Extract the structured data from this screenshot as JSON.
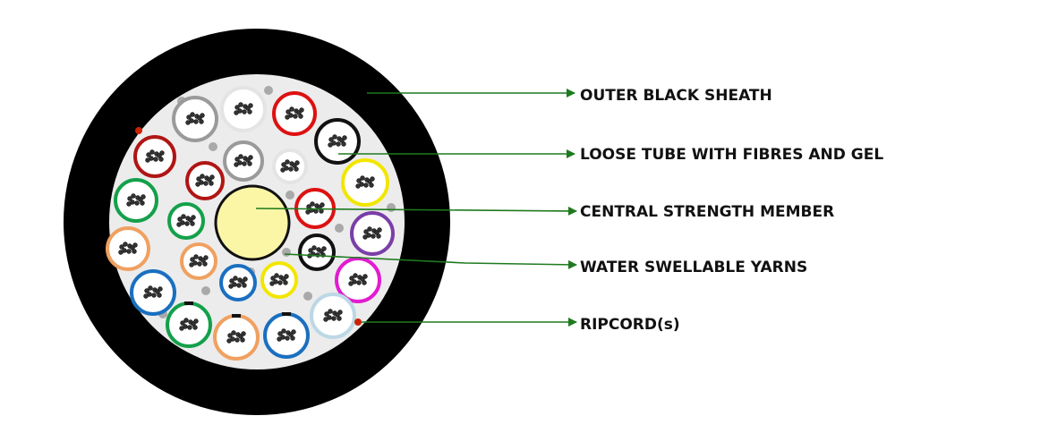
{
  "colors": {
    "sheath": "#000000",
    "core_fill": "#ececec",
    "csm_fill": "#fbf6a6",
    "yarn": "#a9a9a9",
    "ripcord": "#cc2200",
    "arrow": "#1e7a1e",
    "tube_colors": {
      "red": "#dd1111",
      "dark_red": "#b01515",
      "black": "#111111",
      "yellow": "#f2e600",
      "purple": "#7a3ea8",
      "magenta": "#e21bd0",
      "white": "#e4e4e4",
      "grey": "#9a9a9a",
      "green": "#14a04a",
      "orange": "#f0a060",
      "blue": "#1a6fc0",
      "light_blue": "#bcd8e6"
    }
  },
  "labels": {
    "outer_sheath": "OUTER BLACK SHEATH",
    "loose_tube": "LOOSE TUBE WITH FIBRES AND GEL",
    "central_member": "CENTRAL STRENGTH MEMBER",
    "water_yarns": "WATER SWELLABLE YARNS",
    "ripcord": "RIPCORD(s)"
  },
  "loose_tubes": [
    {
      "color": "white"
    },
    {
      "color": "grey"
    },
    {
      "color": "red"
    },
    {
      "color": "dark_red"
    },
    {
      "color": "black"
    },
    {
      "color": "dark_red"
    },
    {
      "color": "grey"
    },
    {
      "color": "white"
    },
    {
      "color": "yellow"
    },
    {
      "color": "green"
    },
    {
      "color": "red"
    },
    {
      "color": "green"
    },
    {
      "color": "purple"
    },
    {
      "color": "orange"
    },
    {
      "color": "black"
    },
    {
      "color": "orange"
    },
    {
      "color": "magenta"
    },
    {
      "color": "blue"
    },
    {
      "color": "blue"
    },
    {
      "color": "yellow"
    },
    {
      "color": "light_blue"
    },
    {
      "color": "green"
    },
    {
      "color": "orange"
    },
    {
      "color": "blue"
    }
  ]
}
